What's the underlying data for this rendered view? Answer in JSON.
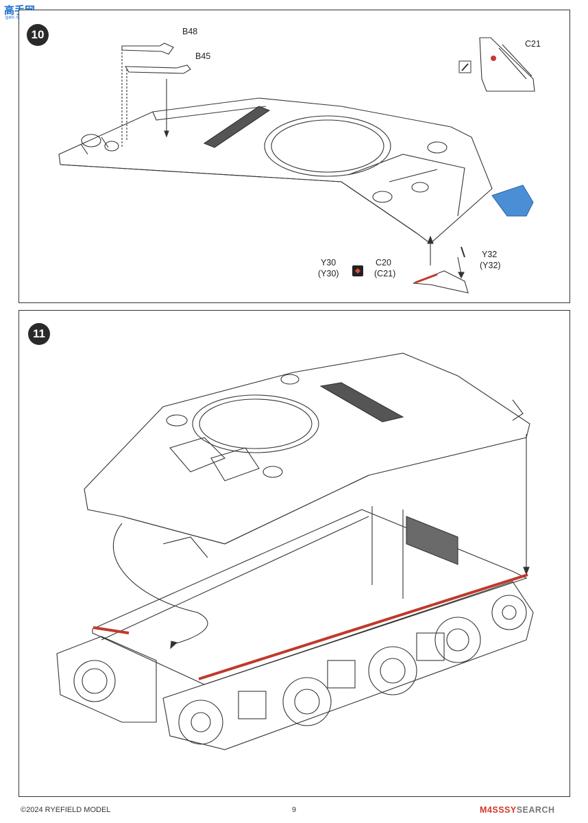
{
  "watermark": {
    "logo_text": "高手网",
    "logo_sub": "gao.shou.com"
  },
  "step10": {
    "number": "10",
    "labels": {
      "b48": "B48",
      "b45": "B45",
      "c21": "C21",
      "y30_a": "Y30",
      "y30_b": "(Y30)",
      "c20_a": "C20",
      "c20_b": "(C21)",
      "y32_a": "Y32",
      "y32_b": "(Y32)"
    },
    "icons": [
      "paint-brush-icon",
      "flip-both-sides-icon"
    ],
    "highlight_color": "#4a8fd6"
  },
  "step11": {
    "number": "11",
    "highlight_color": "#c0392b"
  },
  "footer": {
    "copyright": "©2024 RYEFIELD MODEL",
    "page_number": "9",
    "brand_red": "M4SSSY",
    "brand_grey": "SEARCH"
  }
}
